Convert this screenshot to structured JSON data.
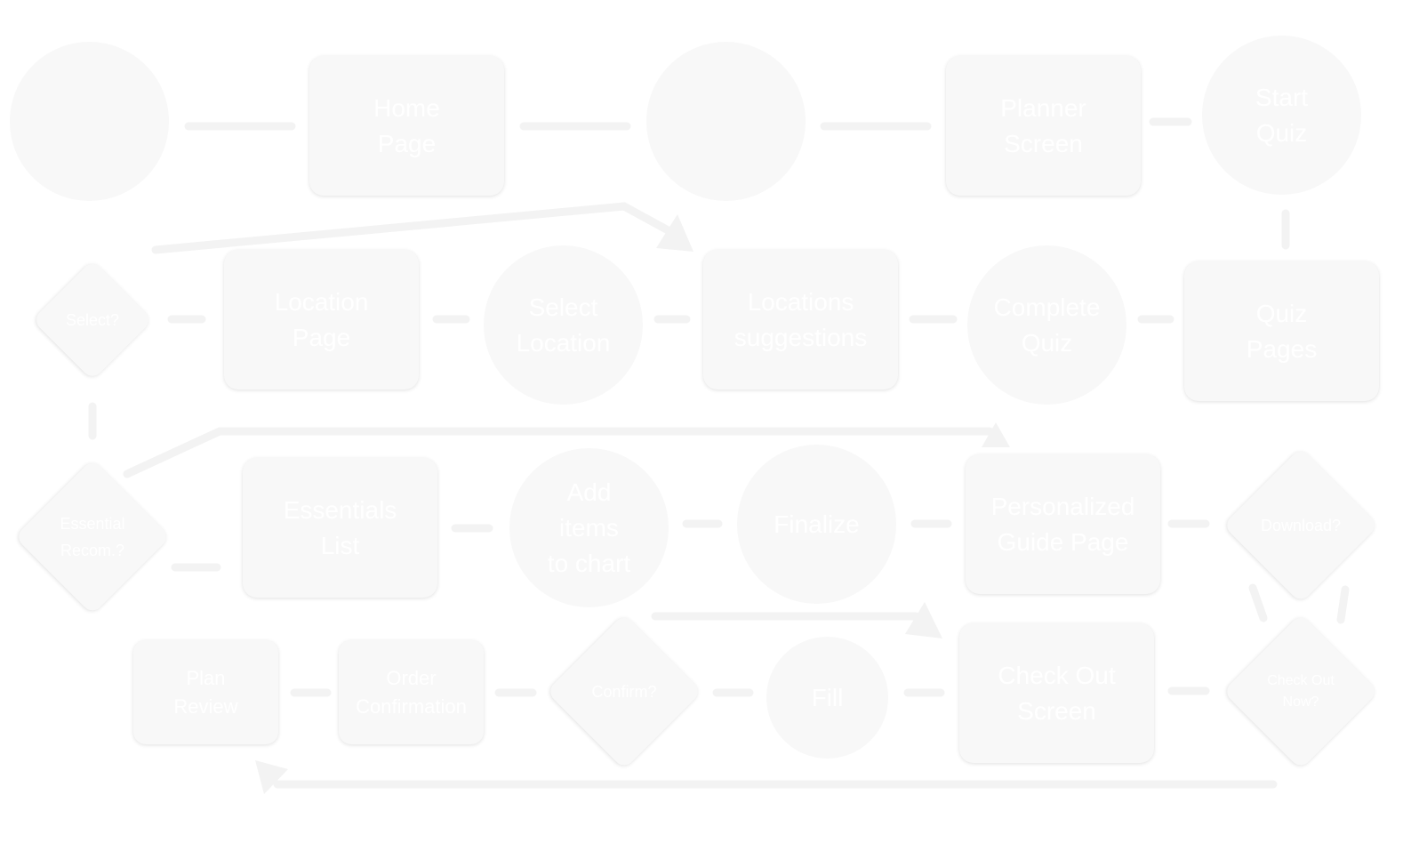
{
  "diagram": {
    "nodes": {
      "start": "",
      "home_page": "Home\nPage",
      "connector_top": "",
      "planner_screen": "Planner\nScreen",
      "start_quiz": "Start\nQuiz",
      "select_decision": "Select?",
      "location_page": "Location\nPage",
      "select_location": "Select\nLocation",
      "locations_suggestions": "Locations\nsuggestions",
      "complete_quiz": "Complete\nQuiz",
      "quiz_pages": "Quiz\nPages",
      "essential_recom": "Essential\nRecom.?",
      "essentials_list": "Essentials\nList",
      "add_items": "Add\nitems\nto chart",
      "finalize": "Finalize",
      "personalized_guide": "Personalized\nGuide Page",
      "download_decision": "Download?",
      "plan_review": "Plan\nReview",
      "order_confirmation": "Order\nConfirmation",
      "confirm_decision": "Confirm?",
      "fill": "Fill",
      "check_out_screen": "Check Out\nScreen",
      "check_out_now": "Check Out\nNow?"
    },
    "colors": {
      "node_fill": "#f8f8f8",
      "node_text": "#ffffff",
      "connector": "#f3f3f3",
      "background": "#ffffff"
    }
  }
}
